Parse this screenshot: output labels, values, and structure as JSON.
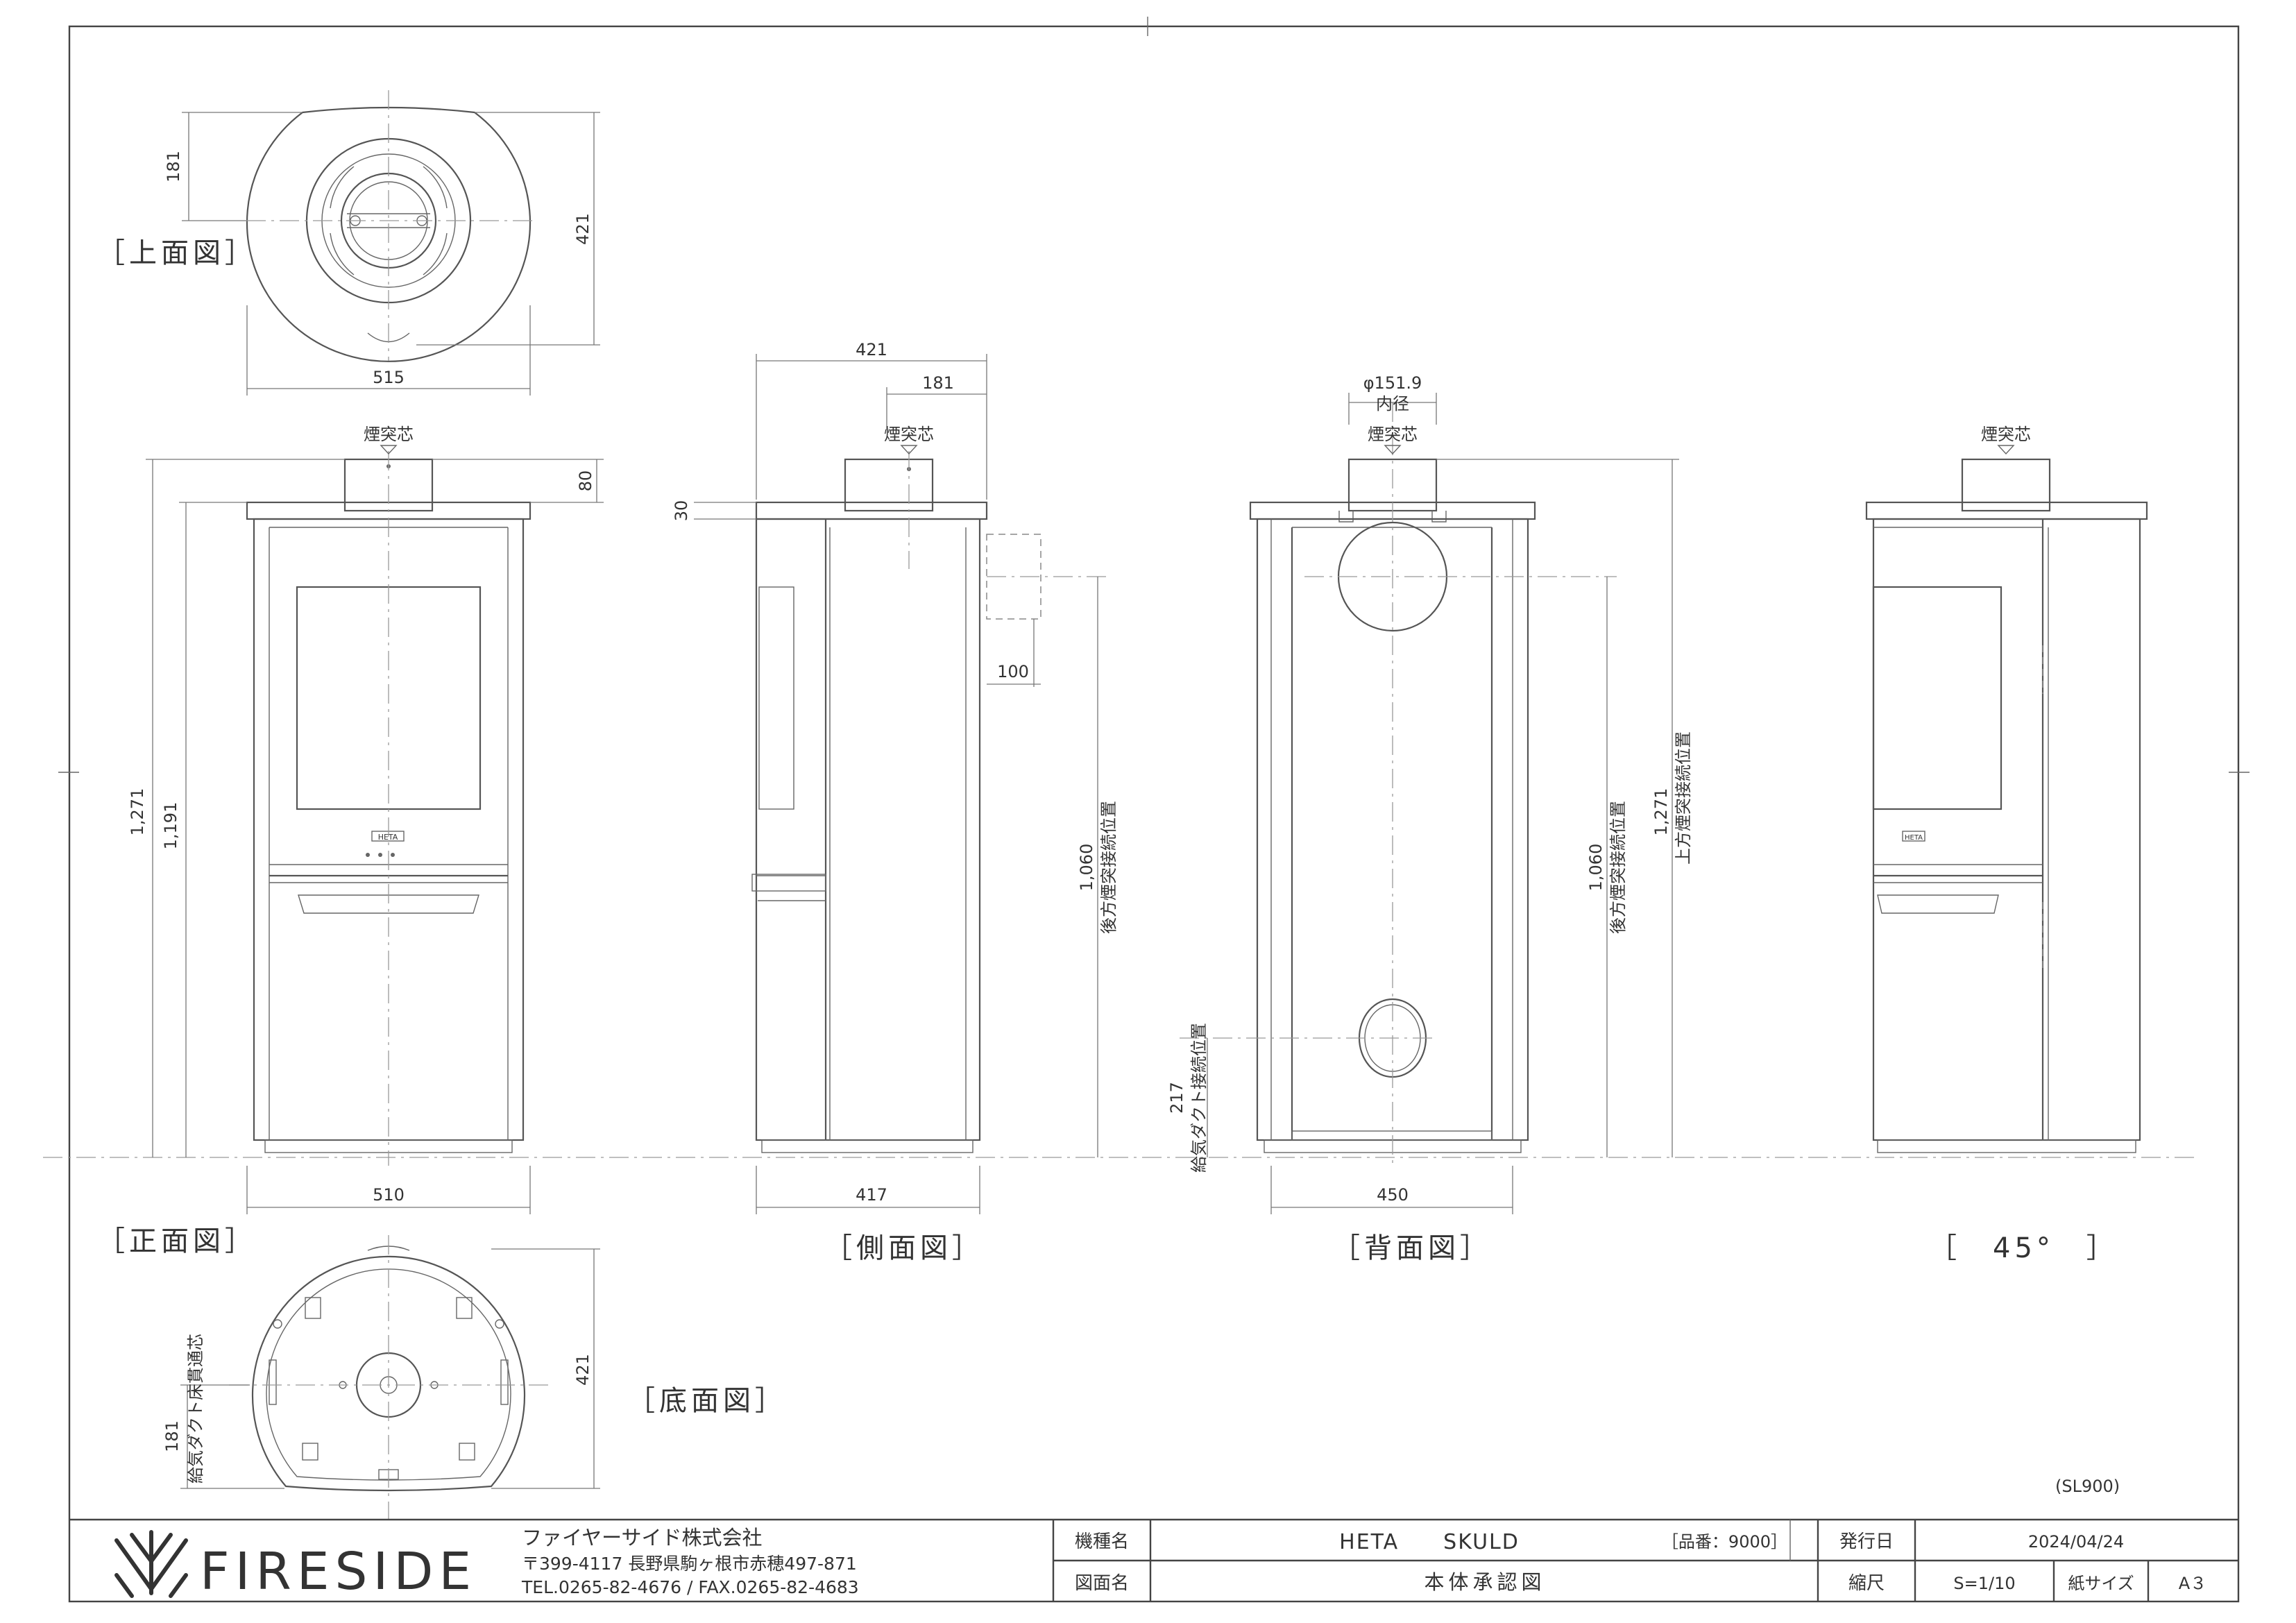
{
  "views": {
    "top_label": "［上面図］",
    "front_label": "［正面図］",
    "side_label": "［側面図］",
    "back_label": "［背面図］",
    "angle_label": "［　45°　］",
    "bottom_label": "［底面図］"
  },
  "annotations": {
    "flue_center": "煙突芯",
    "inner_diameter_value": "φ151.9",
    "inner_diameter_label": "内径",
    "rear_connection": "後方煙突接続位置",
    "top_connection": "上方煙突接続位置",
    "air_duct_connection": "給気ダクト接続位置",
    "air_duct_floor": "給気ダクト床貫通芯",
    "brand_plate": "HETA"
  },
  "dimensions": {
    "top_181": "181",
    "top_421": "421",
    "top_515": "515",
    "front_1271": "1,271",
    "front_1191": "1,191",
    "front_80": "80",
    "front_510": "510",
    "side_421": "421",
    "side_181": "181",
    "side_30": "30",
    "side_100": "100",
    "side_1060": "1,060",
    "side_417": "417",
    "back_1060": "1,060",
    "back_1271": "1,271",
    "back_217": "217",
    "back_450": "450",
    "bottom_421": "421",
    "bottom_181": "181"
  },
  "drawing_code": "(SL900)",
  "title_block": {
    "logo_text": "FIRESIDE",
    "company": "ファイヤーサイド株式会社",
    "address": "〒399-4117 長野県駒ヶ根市赤穂497-871",
    "phone": "TEL.0265-82-4676 / FAX.0265-82-4683",
    "model_label": "機種名",
    "model_name": "HETA　　SKULD",
    "product_no": "［品番：9000］",
    "drawing_label": "図面名",
    "drawing_name": "本体承認図",
    "issue_label": "発行日",
    "issue_date": "2024/04/24",
    "scale_label": "縮尺",
    "scale": "S=1/10",
    "paper_label": "紙サイズ",
    "paper": "A３"
  }
}
